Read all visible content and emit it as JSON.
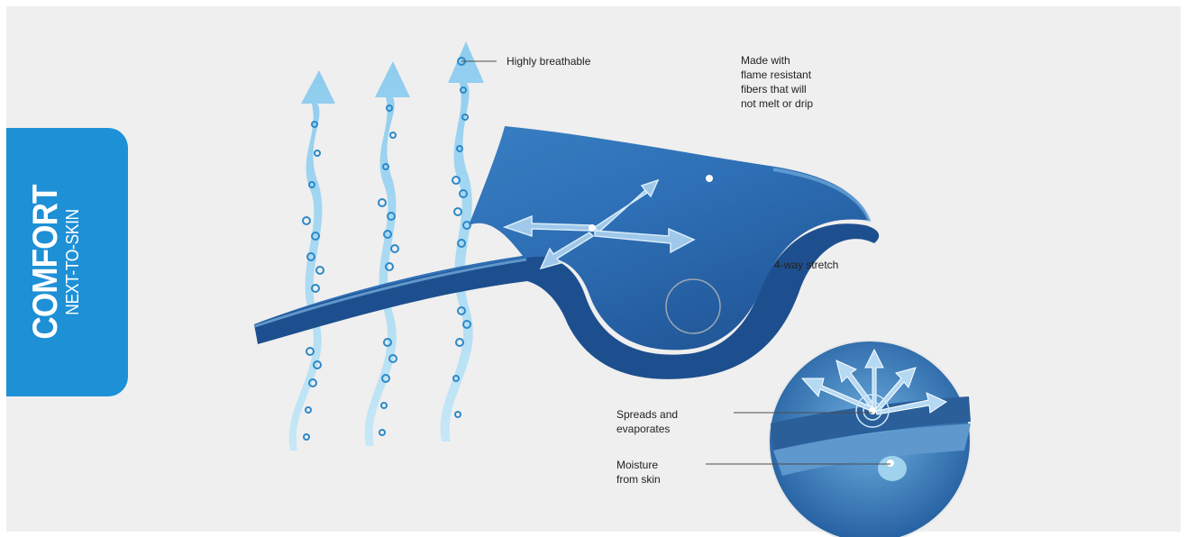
{
  "side_tab": {
    "title": "COMFORT",
    "subtitle": "NEXT-TO-SKIN",
    "color": "#1e90d6"
  },
  "callouts": {
    "breathable": "Highly breathable",
    "flame": "Made with\nflame resistant\nfibers that will\nnot melt or drip",
    "stretch": "4-way stretch",
    "spreads": "Spreads and\nevaporates",
    "moisture": "Moisture\nfrom skin"
  },
  "colors": {
    "fabric": "#2e6fb5",
    "fabric_dark": "#1d4f8f",
    "vapor": "#8fd0f0",
    "background": "#efefef"
  }
}
